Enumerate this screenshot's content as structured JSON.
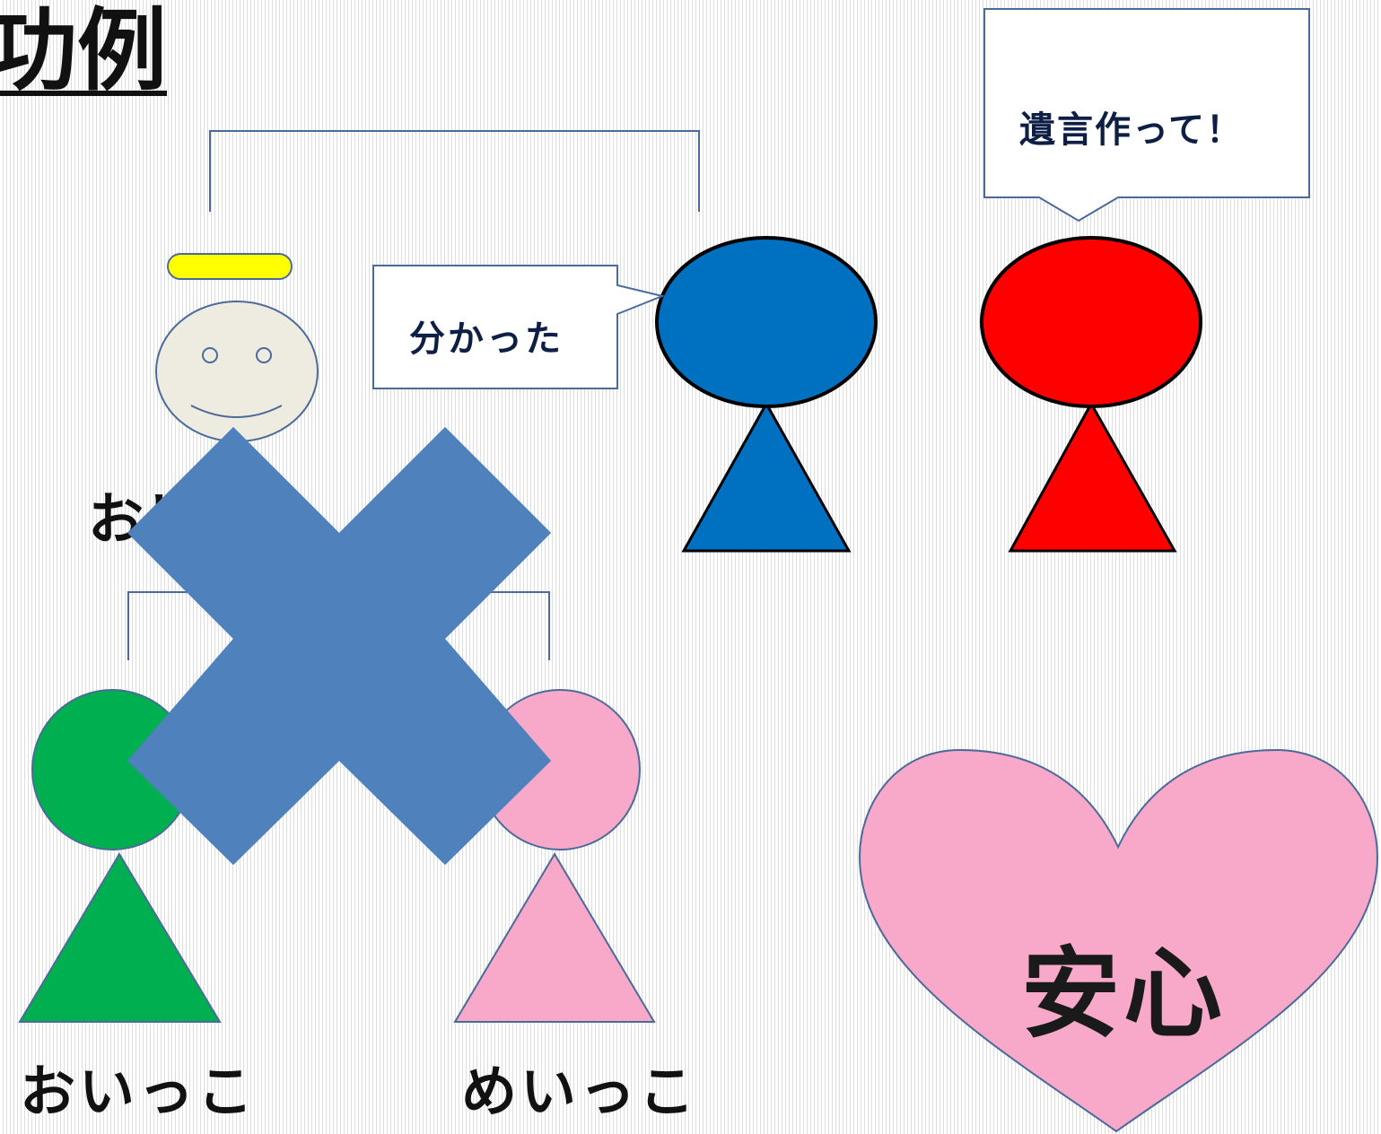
{
  "title": "功例",
  "people": {
    "uncle_label": "おじさん",
    "nephew_label": "おいっこ",
    "niece_label": "めいっこ"
  },
  "bubbles": {
    "blue_reply": "分かった",
    "red_request": "遺言作って！"
  },
  "heart_text": "安心",
  "colors": {
    "blue_person": "#0070c0",
    "red_person": "#ff0000",
    "green_person": "#00b050",
    "pink_person": "#f8a8c8",
    "cross": "#4f81bd",
    "halo": "#ffff00",
    "face": "#eeece1",
    "heart": "#f8a8c8",
    "line": "#4a6a9a"
  },
  "icons": [
    "halo-icon",
    "angel-face-icon",
    "cross-mark-icon",
    "heart-icon"
  ]
}
